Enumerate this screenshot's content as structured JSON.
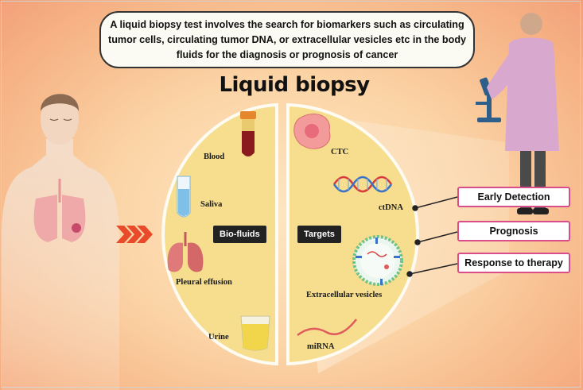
{
  "header": {
    "description": "A liquid biopsy test involves the search for biomarkers such as circulating tumor cells, circulating tumor DNA, or extracellular  vesicles etc in the body fluids for the diagnosis or prognosis of cancer",
    "title": "Liquid biopsy"
  },
  "biofluids": {
    "tag": "Bio-fluids",
    "items": [
      "Blood",
      "Saliva",
      "Pleural effusion",
      "Urine"
    ]
  },
  "targets": {
    "tag": "Targets",
    "items": [
      "CTC",
      "ctDNA",
      "Extracellular vesicles",
      "miRNA"
    ]
  },
  "outcomes": [
    "Early Detection",
    "Prognosis",
    "Response to therapy"
  ],
  "icons": [
    "human-lungs-figure-icon",
    "chevron-arrows-icon",
    "blood-tube-icon",
    "saliva-tube-icon",
    "lungs-icon",
    "urine-cup-icon",
    "ctc-cell-icon",
    "dna-helix-icon",
    "extracellular-vesicle-icon",
    "mirna-strand-icon",
    "scientist-icon",
    "microscope-icon"
  ],
  "colors": {
    "background": "#fbd4a6",
    "panel": "#f6de8e",
    "outcome_border": "#d94d8a",
    "arrow": "#e84a2a"
  }
}
